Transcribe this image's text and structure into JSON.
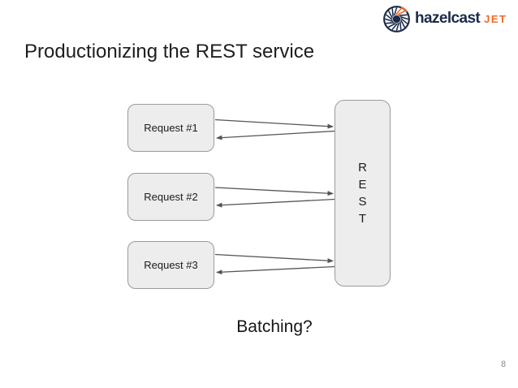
{
  "slide": {
    "title": "Productionizing the REST service",
    "caption": "Batching?",
    "page_number": "8"
  },
  "logo": {
    "brand": "hazelcast",
    "product": "JET",
    "icon": "jet-turbine-icon",
    "colors": {
      "navy": "#1b2a4a",
      "orange": "#ef6a2b"
    }
  },
  "diagram": {
    "request_nodes": [
      {
        "id": "request-1",
        "label": "Request #1"
      },
      {
        "id": "request-2",
        "label": "Request #2"
      },
      {
        "id": "request-3",
        "label": "Request #3"
      }
    ],
    "service_node": {
      "label": "REST",
      "letters": [
        "R",
        "E",
        "S",
        "T"
      ]
    },
    "edges": [
      {
        "from": "request-1",
        "to": "rest",
        "direction": "request"
      },
      {
        "from": "rest",
        "to": "request-1",
        "direction": "response"
      },
      {
        "from": "request-2",
        "to": "rest",
        "direction": "request"
      },
      {
        "from": "rest",
        "to": "request-2",
        "direction": "response"
      },
      {
        "from": "request-3",
        "to": "rest",
        "direction": "request"
      },
      {
        "from": "rest",
        "to": "request-3",
        "direction": "response"
      }
    ],
    "colors": {
      "node_fill": "#ededed",
      "node_border": "#9b9b9b",
      "arrow": "#555555"
    }
  }
}
